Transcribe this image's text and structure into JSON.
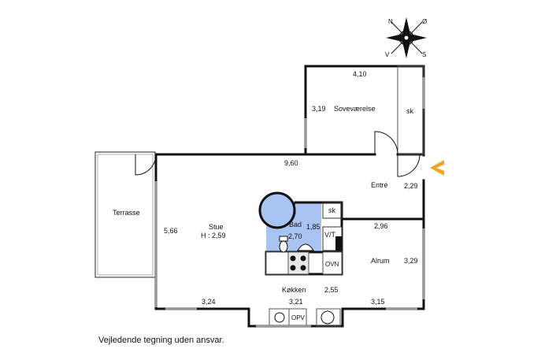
{
  "compass": {
    "n": "N",
    "o": "Ø",
    "s": "S",
    "v": "V"
  },
  "rooms": {
    "sovevaerelse": "Soveværelse",
    "sk1": "sk",
    "entre": "Entré",
    "terrasse": "Terrasse",
    "stue": "Stue",
    "stue_height": "H : 2,59",
    "bad": "Bad",
    "sk2": "sk",
    "vt": "V/T",
    "ovn": "OVN",
    "alrum": "Alrum",
    "kokken": "Køkken",
    "opv": "OPV"
  },
  "dimensions": {
    "d410": "4,10",
    "d319": "3,19",
    "d960": "9,60",
    "d229": "2,29",
    "d566": "5,66",
    "d185": "1,85",
    "d296": "2,96",
    "d270": "2,70",
    "d329": "3,29",
    "d255": "2,55",
    "d324": "3,24",
    "d321": "3,21",
    "d315": "3,15"
  },
  "caption": "Vejledende tegning uden ansvar.",
  "colors": {
    "wall": "#111111",
    "bath": "#a9c3f2",
    "entry_marker": "#f2a51f",
    "window": "#9a9a9a"
  }
}
